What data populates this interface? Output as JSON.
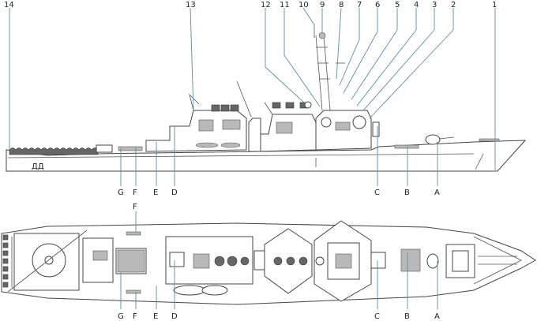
{
  "profile_numbers": [
    "1",
    "2",
    "3",
    "4",
    "5",
    "6",
    "7",
    "8",
    "9",
    "10",
    "11",
    "12",
    "13",
    "14"
  ],
  "profile_letters": [
    "A",
    "B",
    "C",
    "D",
    "E",
    "F",
    "G"
  ],
  "plan_letters": [
    "A",
    "B",
    "C",
    "D",
    "E",
    "F",
    "G"
  ],
  "plan_top_label": "F",
  "hull_marking": "ДД"
}
